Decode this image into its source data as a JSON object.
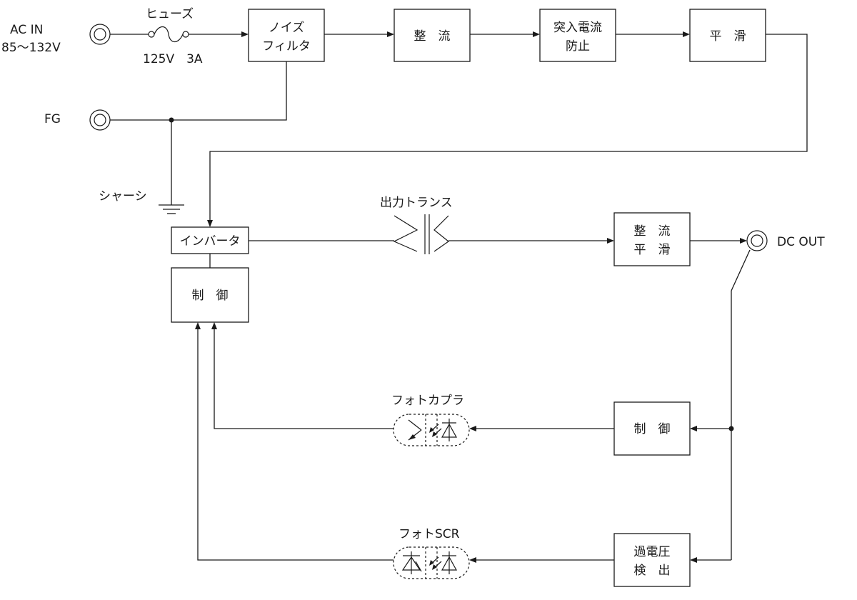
{
  "labels": {
    "ac_in_1": "AC IN",
    "ac_in_2": "85～132V",
    "fuse": "ヒューズ",
    "fuse_rating": "125V　3A",
    "fg": "FG",
    "chassis": "シャーシ",
    "transformer": "出力トランス",
    "dc_out": "DC OUT",
    "photocoupler": "フォトカプラ",
    "photoscr": "フォトSCR"
  },
  "blocks": {
    "noise_filter_1": "ノイズ",
    "noise_filter_2": "フィルタ",
    "rectifier": "整　流",
    "inrush_1": "突入電流",
    "inrush_2": "防止",
    "smoothing": "平　滑",
    "inverter": "インバータ",
    "control_primary": "制　御",
    "rect_smooth_1": "整　流",
    "rect_smooth_2": "平　滑",
    "control_secondary": "制　御",
    "ovp_1": "過電圧",
    "ovp_2": "検　出"
  }
}
